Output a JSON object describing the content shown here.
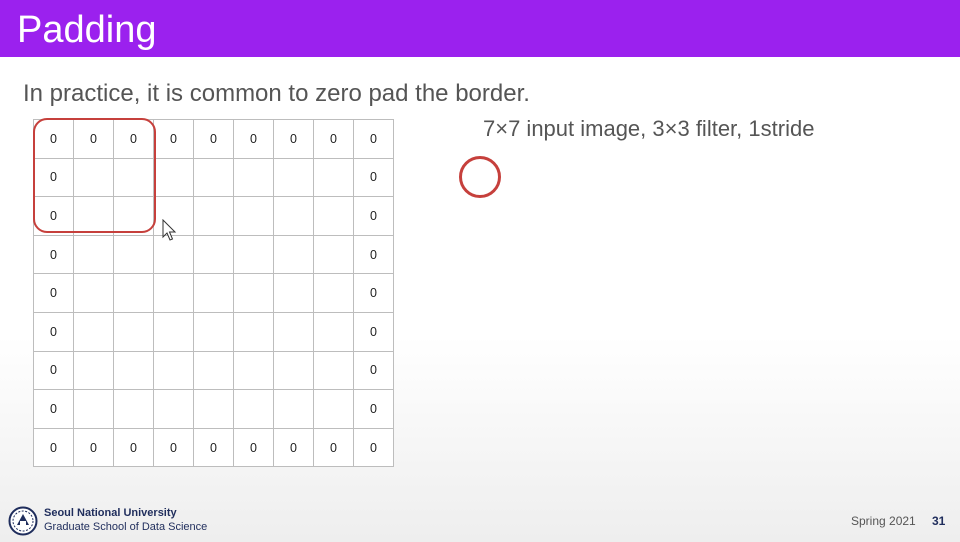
{
  "slide": {
    "title": "Padding",
    "subtitle": "In practice, it is common to zero pad the border.",
    "description": "7×7 input image, 3×3 filter, 1stride"
  },
  "grid": {
    "rows": [
      [
        "0",
        "0",
        "0",
        "0",
        "0",
        "0",
        "0",
        "0",
        "0"
      ],
      [
        "0",
        "",
        "",
        "",
        "",
        "",
        "",
        "",
        "0"
      ],
      [
        "0",
        "",
        "",
        "",
        "",
        "",
        "",
        "",
        "0"
      ],
      [
        "0",
        "",
        "",
        "",
        "",
        "",
        "",
        "",
        "0"
      ],
      [
        "0",
        "",
        "",
        "",
        "",
        "",
        "",
        "",
        "0"
      ],
      [
        "0",
        "",
        "",
        "",
        "",
        "",
        "",
        "",
        "0"
      ],
      [
        "0",
        "",
        "",
        "",
        "",
        "",
        "",
        "",
        "0"
      ],
      [
        "0",
        "",
        "",
        "",
        "",
        "",
        "",
        "",
        "0"
      ],
      [
        "0",
        "0",
        "0",
        "0",
        "0",
        "0",
        "0",
        "0",
        "0"
      ]
    ]
  },
  "footer": {
    "university": "Seoul National University",
    "school": "Graduate School of Data Science",
    "term": "Spring 2021",
    "page": "31"
  },
  "colors": {
    "title_bar": "#9b21ee",
    "highlight": "#c6403c",
    "footer_text": "#1f2d5c"
  },
  "icons": {
    "cursor": "mouse-pointer-icon",
    "logo": "snu-emblem-icon"
  }
}
